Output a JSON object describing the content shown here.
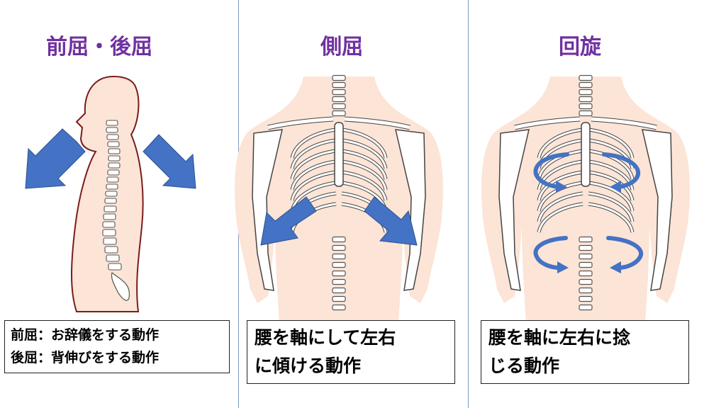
{
  "panels": [
    {
      "title": "前屈・後屈",
      "caption_lines": [
        "前屈：お辞儀をする動作",
        "後屈：背伸びをする動作"
      ]
    },
    {
      "title": "側屈",
      "caption_lines": [
        "腰を軸にして左右",
        "に傾ける動作"
      ]
    },
    {
      "title": "回旋",
      "caption_lines": [
        "腰を軸に左右に捻",
        "じる動作"
      ]
    }
  ],
  "colors": {
    "title": "#7030a0",
    "arrow": "#4472c4",
    "divider": "#7f9cc4",
    "skin": "#fce4d6",
    "body_outline": "#7b1c1c"
  },
  "icons": {
    "flexion_arrows": "diagonal-block-arrows",
    "lateral_arrows": "diagonal-block-arrows",
    "rotation_arrows": "curved-circular-arrows"
  }
}
